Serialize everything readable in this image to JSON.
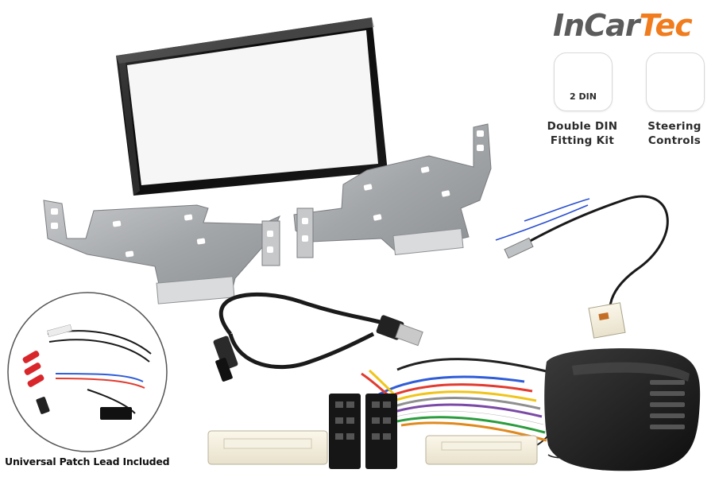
{
  "brand": {
    "part1": "InCar",
    "part2": "Tec"
  },
  "badges": [
    {
      "icon": "double-din-icon",
      "tag": "2 DIN",
      "line1": "Double DIN",
      "line2": "Fitting Kit"
    },
    {
      "icon": "steering-wheel-icon",
      "line1": "Steering",
      "line2": "Controls"
    }
  ],
  "caption": "Universal Patch Lead Included",
  "colors": {
    "accent": "#f07c1e",
    "brand_gray": "#5b5b5b",
    "fascia": "#0d0d0d",
    "bracket": "#a9abad"
  }
}
